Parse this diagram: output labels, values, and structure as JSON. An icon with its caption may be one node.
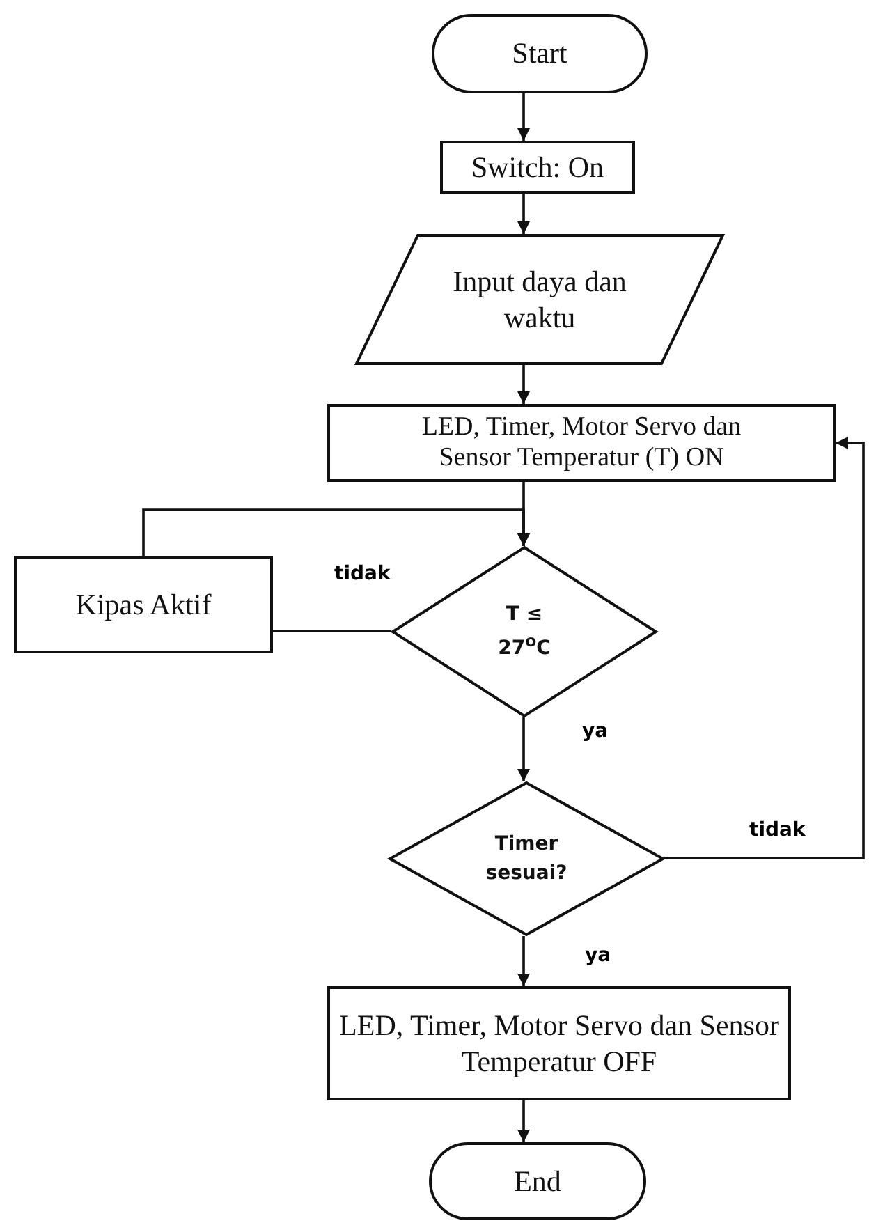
{
  "diagram": {
    "nodes": [
      {
        "text": [
          "Start"
        ]
      },
      {
        "text": [
          "Switch: On"
        ]
      },
      {
        "text": [
          "Input daya dan waktu"
        ]
      },
      {
        "text": [
          "LED, Timer, Motor Servo dan Sensor Temperatur (T) ON"
        ]
      },
      {
        "text": [
          "Kipas Aktif"
        ]
      },
      {
        "text": [
          "T ≤ 27$^{o}$C"
        ]
      },
      {
        "text": [
          "Timer sesuai?"
        ]
      },
      {
        "text": [
          "LED, Timer, Motor Servo dan Sensor Temperatur OFF"
        ]
      },
      {
        "text": [
          "End"
        ]
      }
    ],
    "edges": [
      {
        "from": 0,
        "to": 1,
        "arrow": "to"
      },
      {
        "from": 1,
        "to": 2,
        "arrow": "to"
      },
      {
        "from": 2,
        "to": 3,
        "arrow": "to"
      },
      {
        "from": 3,
        "to": 5,
        "arrow": "to"
      },
      {
        "from": 5,
        "to": 4,
        "arrow": "none",
        "label": "tidak"
      },
      {
        "from": 4,
        "to": 5,
        "arrow": "to"
      },
      {
        "from": 5,
        "to": 6,
        "arrow": "to",
        "label": "ya"
      },
      {
        "from": 6,
        "to": 3,
        "arrow": "to",
        "label": "tidak"
      },
      {
        "from": 6,
        "to": 7,
        "arrow": "to",
        "label": "ya"
      },
      {
        "from": 7,
        "to": 8,
        "arrow": "to"
      }
    ]
  }
}
